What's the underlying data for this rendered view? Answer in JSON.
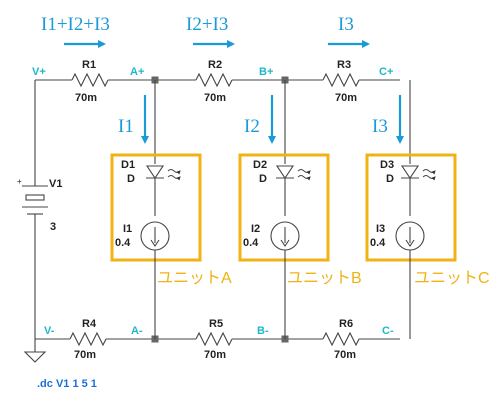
{
  "colors": {
    "flow": "#1a9ad6",
    "node": "#1fb8c8",
    "unit_box": "#f0b214",
    "wire": "#444444",
    "directive": "#1a6fd6"
  },
  "flow_labels": {
    "top_1": "I1+I2+I3",
    "top_2": "I2+I3",
    "top_3": "I3",
    "branch_1": "I1",
    "branch_2": "I2",
    "branch_3": "I3"
  },
  "nodes": {
    "v_plus": "V+",
    "a_plus": "A+",
    "b_plus": "B+",
    "c_plus": "C+",
    "v_minus": "V-",
    "a_minus": "A-",
    "b_minus": "B-",
    "c_minus": "C-"
  },
  "resistors": {
    "r1": {
      "name": "R1",
      "value": "70m"
    },
    "r2": {
      "name": "R2",
      "value": "70m"
    },
    "r3": {
      "name": "R3",
      "value": "70m"
    },
    "r4": {
      "name": "R4",
      "value": "70m"
    },
    "r5": {
      "name": "R5",
      "value": "70m"
    },
    "r6": {
      "name": "R6",
      "value": "70m"
    }
  },
  "source": {
    "name": "V1",
    "value": "3",
    "plus_sign": "+"
  },
  "units": [
    {
      "diode": "D1",
      "diode_model": "D",
      "current_source": "I1",
      "current_value": "0.4",
      "label": "ユニットA"
    },
    {
      "diode": "D2",
      "diode_model": "D",
      "current_source": "I2",
      "current_value": "0.4",
      "label": "ユニットB"
    },
    {
      "diode": "D3",
      "diode_model": "D",
      "current_source": "I3",
      "current_value": "0.4",
      "label": "ユニットC"
    }
  ],
  "directive": ".dc V1 1 5 1"
}
